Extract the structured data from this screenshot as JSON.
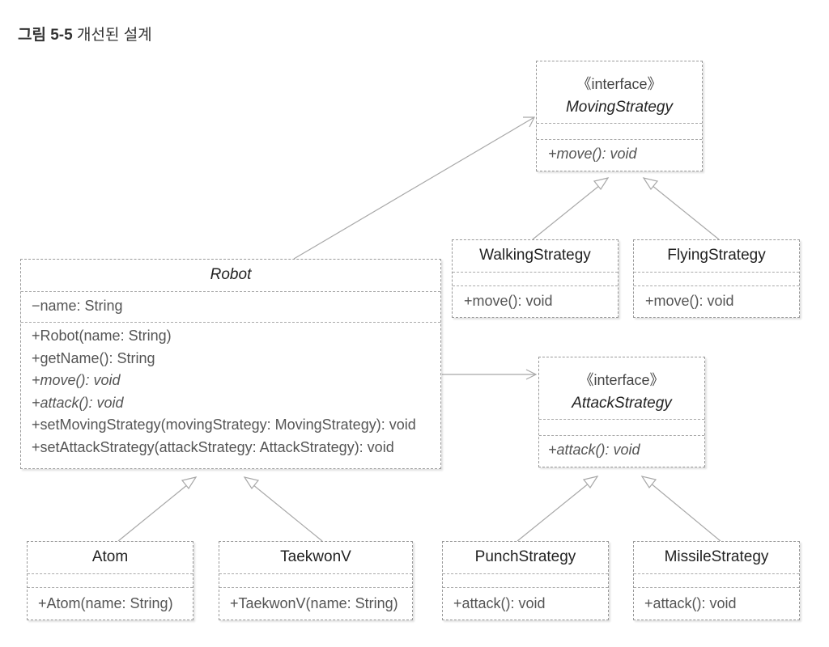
{
  "figure": {
    "label": "그림 5-5",
    "caption": "개선된 설계"
  },
  "classes": {
    "moving_strategy": {
      "stereotype": "《interface》",
      "name": "MovingStrategy",
      "operations": [
        "+move(): void"
      ]
    },
    "walking_strategy": {
      "name": "WalkingStrategy",
      "operations": [
        "+move(): void"
      ]
    },
    "flying_strategy": {
      "name": "FlyingStrategy",
      "operations": [
        "+move(): void"
      ]
    },
    "robot": {
      "name": "Robot",
      "attributes": [
        "−name: String"
      ],
      "operations": [
        "+Robot(name: String)",
        "+getName(): String",
        "+move(): void",
        "+attack(): void",
        "+setMovingStrategy(movingStrategy: MovingStrategy): void",
        "+setAttackStrategy(attackStrategy: AttackStrategy): void"
      ]
    },
    "attack_strategy": {
      "stereotype": "《interface》",
      "name": "AttackStrategy",
      "operations": [
        "+attack(): void"
      ]
    },
    "atom": {
      "name": "Atom",
      "operations": [
        "+Atom(name: String)"
      ]
    },
    "taekwonv": {
      "name": "TaekwonV",
      "operations": [
        "+TaekwonV(name: String)"
      ]
    },
    "punch_strategy": {
      "name": "PunchStrategy",
      "operations": [
        "+attack(): void"
      ]
    },
    "missile_strategy": {
      "name": "MissileStrategy",
      "operations": [
        "+attack(): void"
      ]
    }
  }
}
